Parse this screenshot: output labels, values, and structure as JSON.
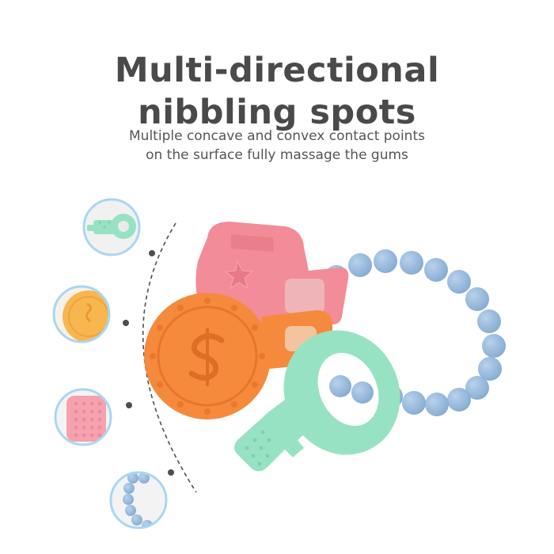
{
  "heading": {
    "line1": "Multi-directional",
    "line2": "nibbling spots"
  },
  "subheading": {
    "line1": "Multiple concave and convex contact points",
    "line2": "on the surface fully massage the gums"
  },
  "colors": {
    "heading": "#4a4a4a",
    "subheading": "#555555",
    "circle_border": "#a9d6f2",
    "pink": "#f08a95",
    "orange": "#f58a3c",
    "mint": "#98e2c4",
    "blue_beads": "#94b8da"
  },
  "detail_circles": [
    {
      "name": "mint-key-detail",
      "subject": "mint key"
    },
    {
      "name": "orange-coin-detail",
      "subject": "orange coin"
    },
    {
      "name": "pink-bumps-detail",
      "subject": "pink bumpy surface"
    },
    {
      "name": "blue-beads-detail",
      "subject": "blue bead ring"
    }
  ]
}
